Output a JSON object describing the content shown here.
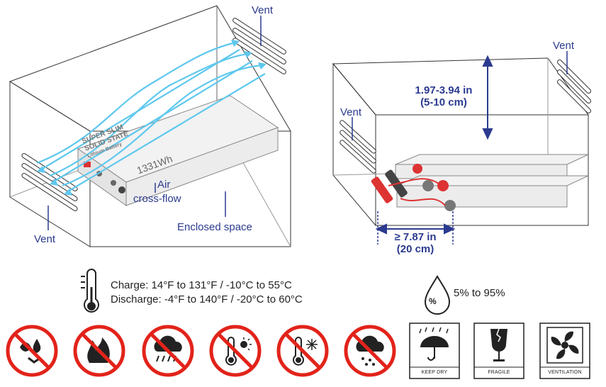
{
  "left_diagram": {
    "vent_top": "Vent",
    "vent_bottom": "Vent",
    "air_flow": [
      "Air",
      "cross-flow"
    ],
    "enclosed_space": "Enclosed space",
    "battery": {
      "brand_lines": [
        "SUPER SLIM",
        "SOLID STATE"
      ],
      "sub": "Lithium Battery",
      "capacity": "1331Wh"
    }
  },
  "right_diagram": {
    "vent_left": "Vent",
    "vent_right": "Vent",
    "height_dim": [
      "1.97-3.94 in",
      "(5-10 cm)"
    ],
    "width_dim": [
      "≥ 7.87 in",
      "(20 cm)"
    ]
  },
  "conditions": {
    "charge": "Charge: 14°F to 131°F / -10°C to 55°C",
    "discharge": "Discharge: -4°F to 140°F / -20°C to 60°C",
    "humidity": "5% to 95%",
    "humidity_symbol": "%"
  },
  "prohibited_icons": [
    "no-corrosion-icon",
    "no-fire-icon",
    "no-rain-icon",
    "no-heat-icon",
    "no-cold-icon",
    "no-snow-icon"
  ],
  "handling_symbols": [
    {
      "icon": "umbrella-icon",
      "caption": "KEEP DRY"
    },
    {
      "icon": "broken-glass-icon",
      "caption": "FRAGILE"
    },
    {
      "icon": "fan-icon",
      "caption": "VENTILATION"
    }
  ],
  "colors": {
    "accent": "#2b3a8f",
    "airflow": "#5ec8ee",
    "prohibit": "#e2231a"
  }
}
